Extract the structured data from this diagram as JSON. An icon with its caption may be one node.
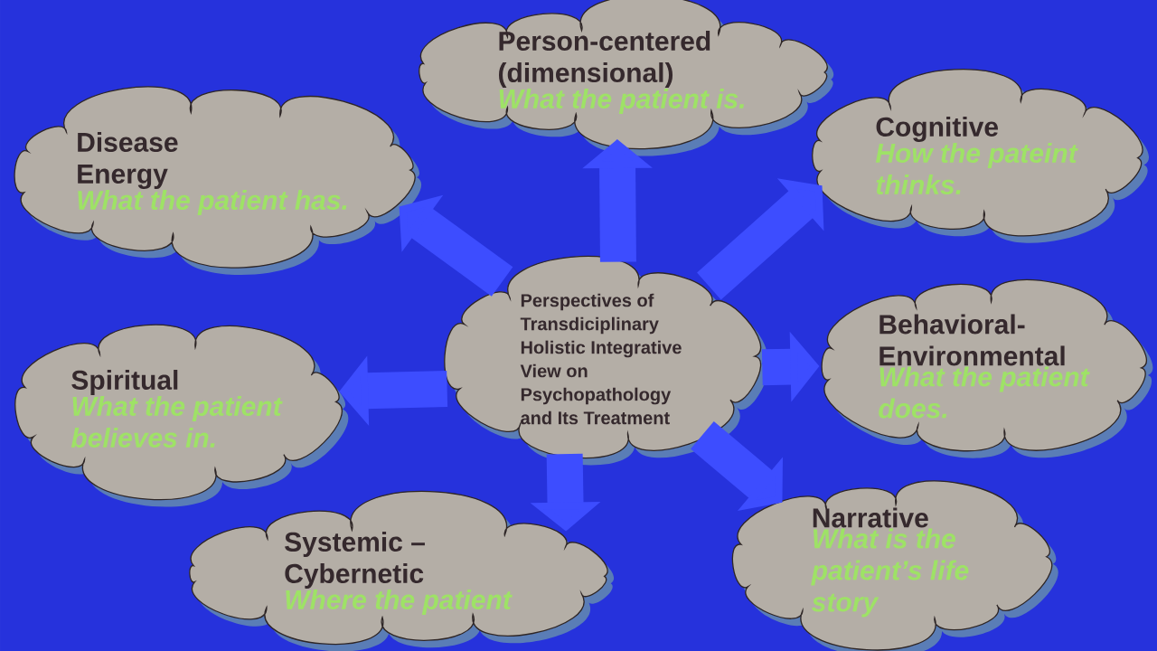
{
  "diagram": {
    "nodes": [
      {
        "text": [
          "Person-centered (dimensional)",
          "What the patient is."
        ]
      },
      {
        "text": [
          "Disease Energy",
          "What the patient has."
        ]
      },
      {
        "text": [
          "Cognitive",
          "How the pateint thinks."
        ]
      },
      {
        "text": [
          "Perspectives of Transdiciplinary Holistic Integrative View on Psychopathology and Its Treatment"
        ]
      },
      {
        "text": [
          "Spiritual",
          "What the patient believes in."
        ]
      },
      {
        "text": [
          "Behavioral- Environmental",
          "What the patient does."
        ]
      },
      {
        "text": [
          "Systemic – Cybernetic",
          "Where the patient"
        ]
      },
      {
        "text": [
          "Narrative",
          "What is the patient’s life story"
        ]
      }
    ],
    "edges": [
      {
        "from": 3,
        "to": 0,
        "arrow": "to"
      },
      {
        "from": 3,
        "to": 1,
        "arrow": "to"
      },
      {
        "from": 3,
        "to": 2,
        "arrow": "to"
      },
      {
        "from": 3,
        "to": 4,
        "arrow": "to"
      },
      {
        "from": 3,
        "to": 5,
        "arrow": "to"
      },
      {
        "from": 3,
        "to": 6,
        "arrow": "to"
      },
      {
        "from": 3,
        "to": 7,
        "arrow": "to"
      }
    ]
  }
}
